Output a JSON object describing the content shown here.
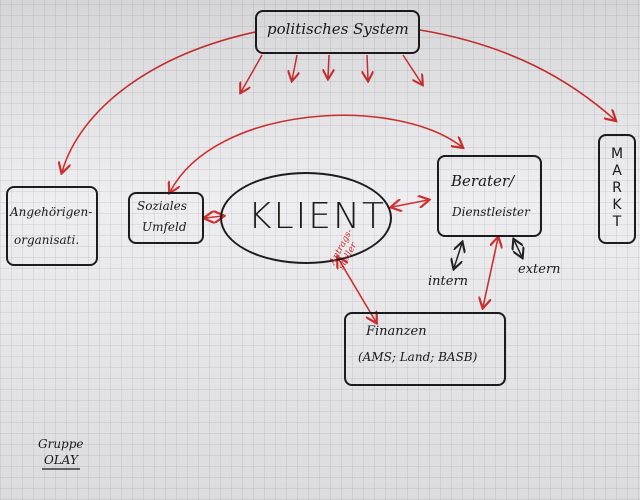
{
  "nodes": {
    "politisches_system": "politisches System",
    "markt": [
      "M",
      "A",
      "R",
      "K",
      "T"
    ],
    "angehoerigen": [
      "Angehörigen-",
      "organisati."
    ],
    "soziales_umfeld": [
      "Soziales",
      "Umfeld"
    ],
    "klient": "KLIENT",
    "berater": [
      "Berater/",
      "Dienstleister"
    ],
    "intern": "intern",
    "extern": "extern",
    "finanzen": [
      "Finanzen",
      "(AMS; Land; BASB)"
    ],
    "gruppe": [
      "Gruppe",
      "OLAY"
    ]
  },
  "edge_labels": {
    "klient_finanzen": [
      "Antrags-",
      "steller"
    ]
  },
  "colors": {
    "paper": "#eeeef0",
    "ink": "#1c1c1c",
    "red_ink": "#d03030"
  }
}
